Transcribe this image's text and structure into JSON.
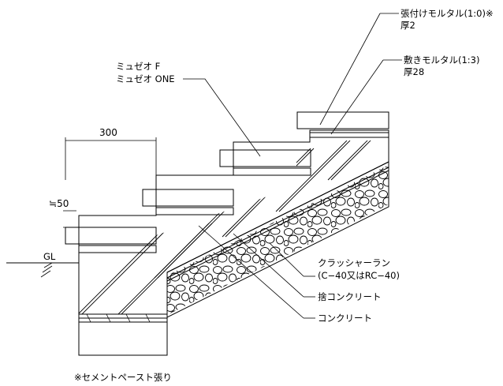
{
  "labels": {
    "finish_mortar": "張付けモルタル(1:0)※",
    "finish_mortar_thk": "厚2",
    "bed_mortar": "敷きモルタル(1:3)",
    "bed_mortar_thk": "厚28",
    "tile_f": "ミュゼオ F",
    "tile_one": "ミュゼオ ONE",
    "crusher_run": "クラッシャーラン",
    "crusher_spec": "(C−40又はRC−40)",
    "lean_concrete": "捨コンクリート",
    "concrete": "コンクリート",
    "gl": "GL",
    "footnote": "※セメントペースト張り"
  },
  "dimensions": {
    "tread": "300",
    "tile_thickness": "≒50"
  }
}
